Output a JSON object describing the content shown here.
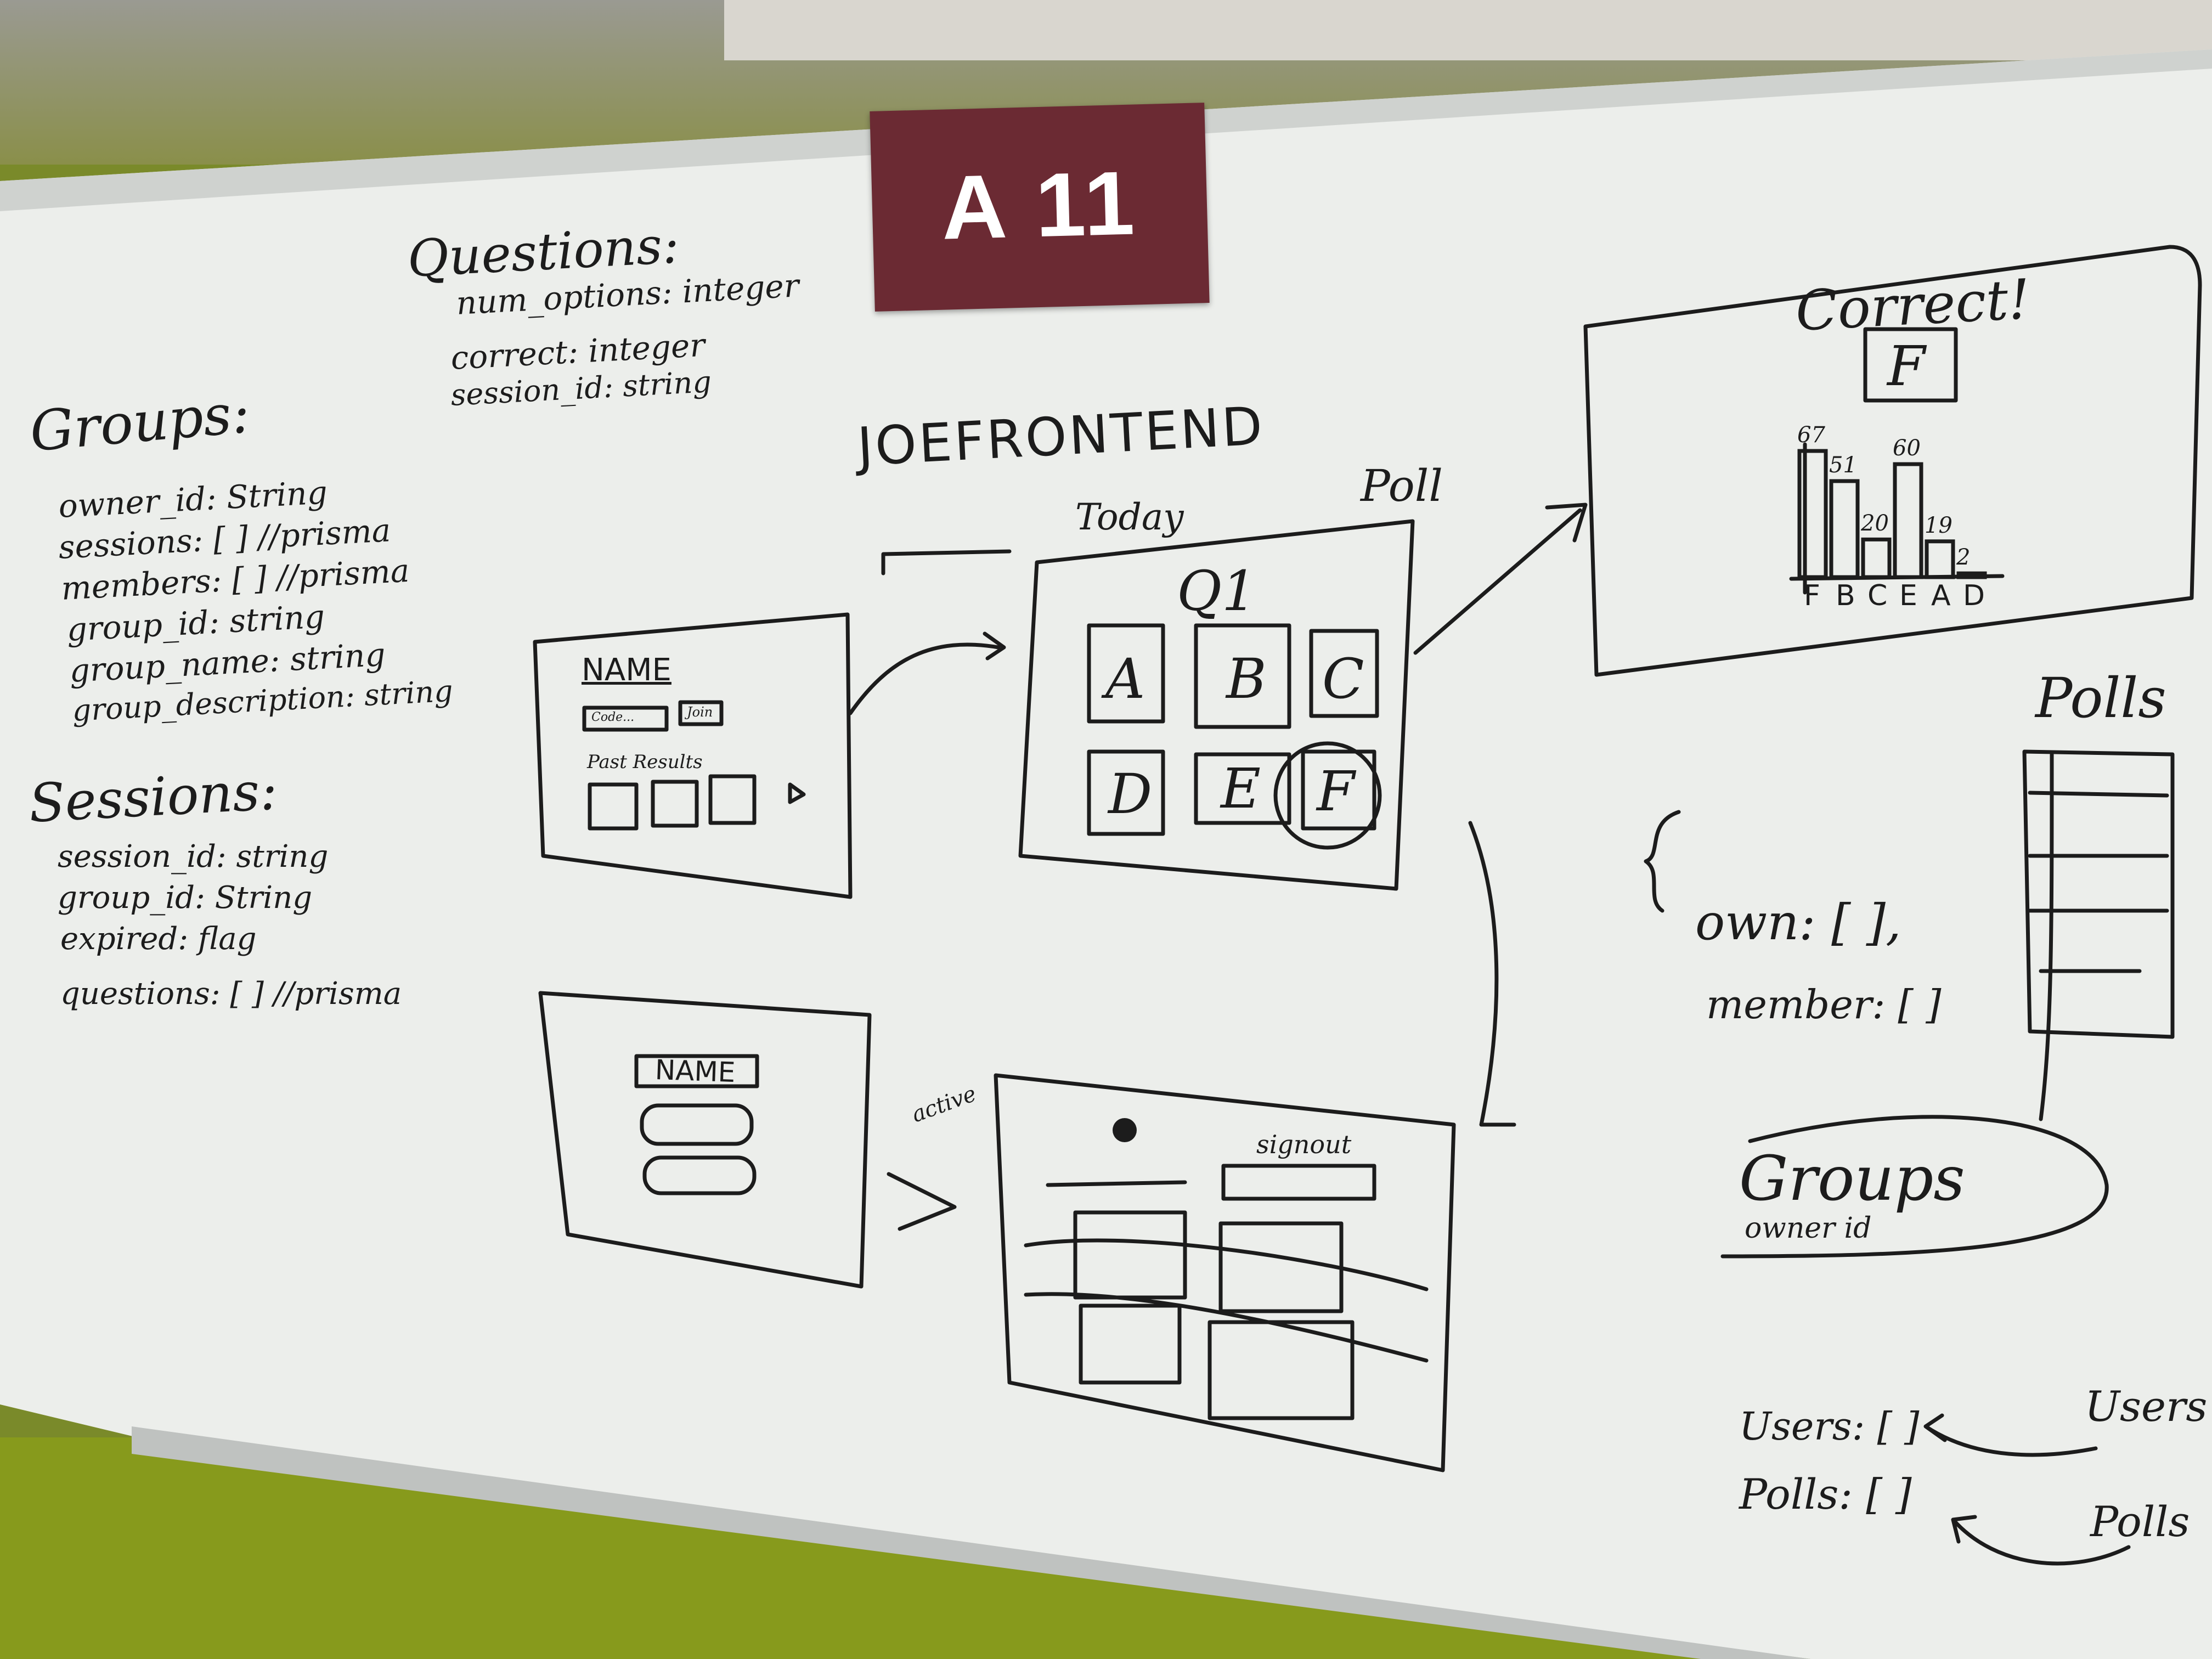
{
  "room_sign": "A 11",
  "schema": {
    "questions": {
      "title": "Questions:",
      "fields": [
        "num_options: integer",
        "correct: integer",
        "session_id: string"
      ]
    },
    "groups": {
      "title": "Groups:",
      "fields": [
        "owner_id: String",
        "sessions: [ ] //prisma",
        "members: [ ] //prisma",
        "group_id: string",
        "group_name: string",
        "group_description: string"
      ]
    },
    "sessions": {
      "title": "Sessions:",
      "fields": [
        "session_id: string",
        "group_id: String",
        "expired: flag",
        "questions: [ ] //prisma"
      ]
    }
  },
  "frontend": {
    "title": "JOEFRONTEND",
    "today_label": "Today",
    "poll_label": "Poll",
    "join_screen": {
      "name": "NAME",
      "code_placeholder": "Code...",
      "join_button": "Join",
      "past_results": "Past Results"
    },
    "poll_screen": {
      "question": "Q1",
      "options": [
        "A",
        "B",
        "C",
        "D",
        "E",
        "F"
      ],
      "selected": "F"
    },
    "result_screen": {
      "title": "Correct!",
      "answer": "F"
    },
    "login_screen": {
      "name": "NAME"
    },
    "dashboard_screen": {
      "active_label": "active",
      "signout": "signout"
    }
  },
  "chart_data": {
    "type": "bar",
    "categories": [
      "F",
      "B",
      "C",
      "E",
      "A",
      "D"
    ],
    "values": [
      67,
      51,
      20,
      60,
      19,
      2
    ],
    "title": "",
    "xlabel": "",
    "ylabel": ""
  },
  "right_notes": {
    "polls_title": "Polls",
    "own": "own: [ ],",
    "member": "member: [ ]",
    "groups_box": "Groups",
    "owner_id": "owner id",
    "users_field": "Users: [ ]",
    "polls_field": "Polls: [ ]",
    "users_source": "Users",
    "polls_source": "Polls"
  },
  "colors": {
    "ink": "#1c1c1c",
    "board": "#eeefec",
    "sign": "#6b2a33",
    "wall": "#879a1c"
  }
}
